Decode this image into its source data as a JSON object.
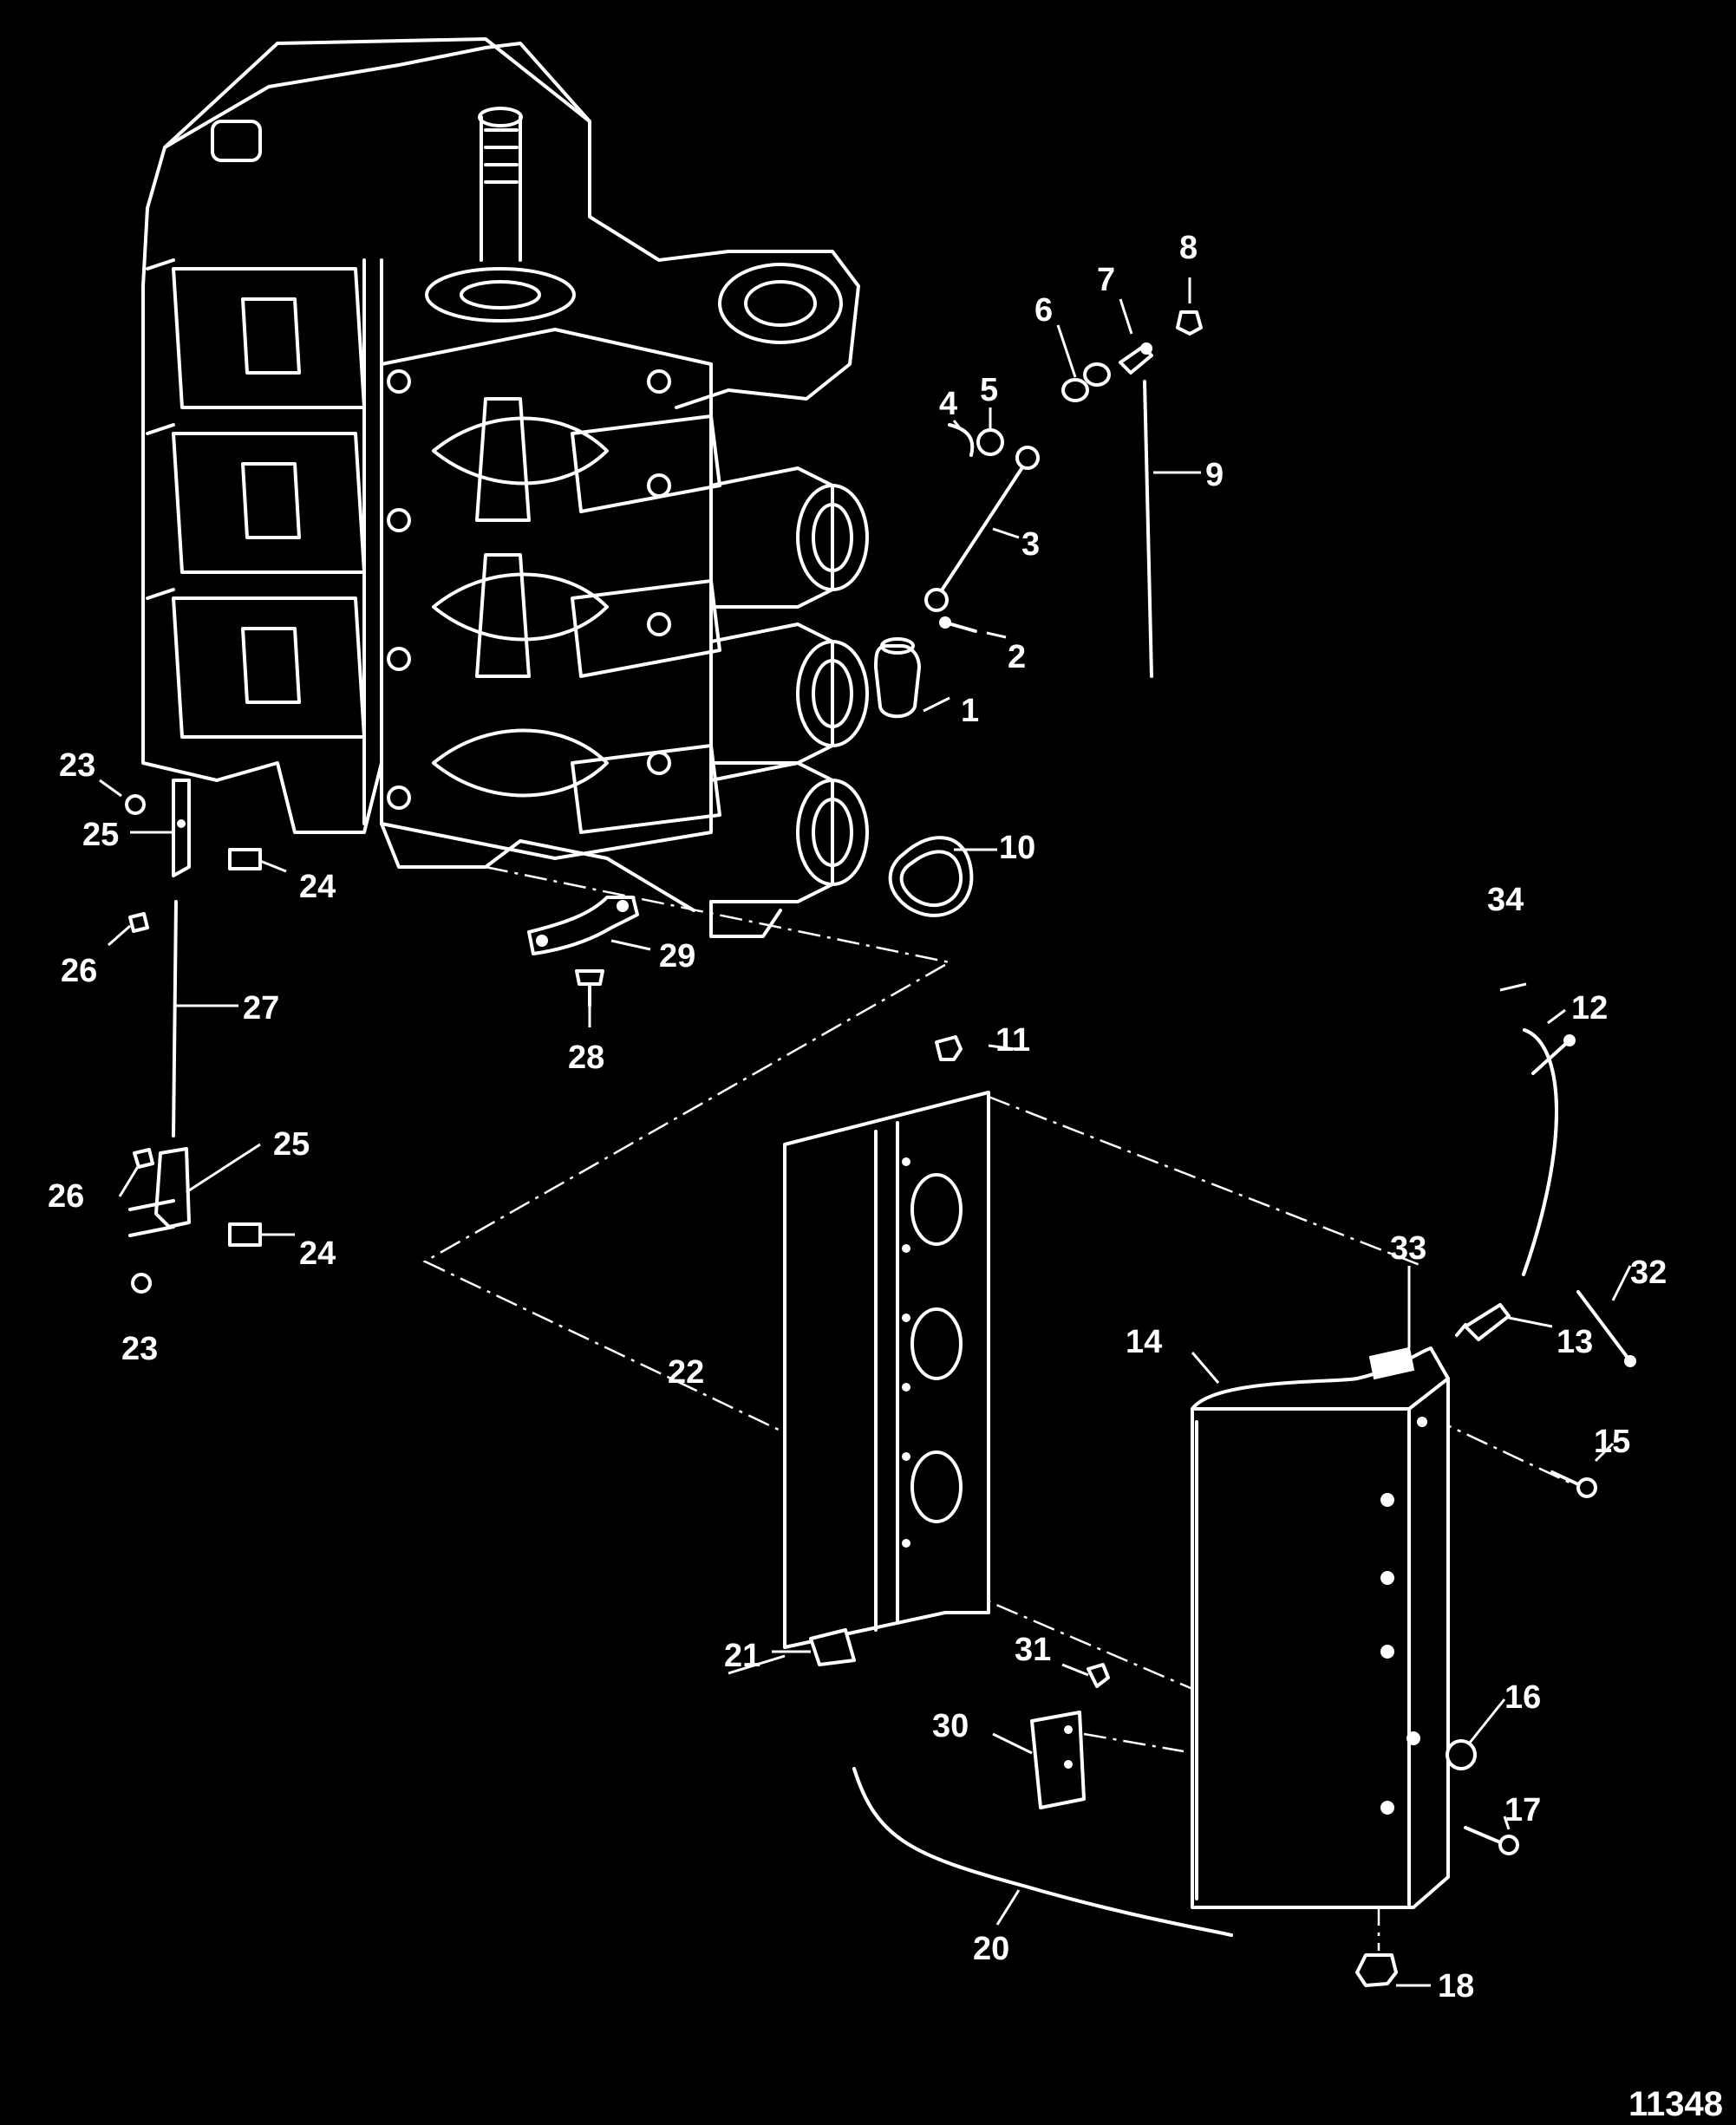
{
  "figure_number": "11348",
  "callouts": {
    "c1": "1",
    "c2": "2",
    "c3": "3",
    "c4": "4",
    "c5": "5",
    "c6": "6",
    "c7": "7",
    "c8": "8",
    "c9": "9",
    "c10": "10",
    "c11": "11",
    "c12": "12",
    "c13": "13",
    "c14": "14",
    "c15": "15",
    "c16": "16",
    "c17": "17",
    "c18": "18",
    "c20": "20",
    "c21": "21",
    "c22": "22",
    "c23a": "23",
    "c23b": "23",
    "c24a": "24",
    "c24b": "24",
    "c25a": "25",
    "c25b": "25",
    "c26a": "26",
    "c26b": "26",
    "c27": "27",
    "c28": "28",
    "c29": "29",
    "c30": "30",
    "c31": "31",
    "c32": "32",
    "c33": "33",
    "c34": "34"
  },
  "colors": {
    "background": "#000000",
    "linework": "#ffffff"
  }
}
